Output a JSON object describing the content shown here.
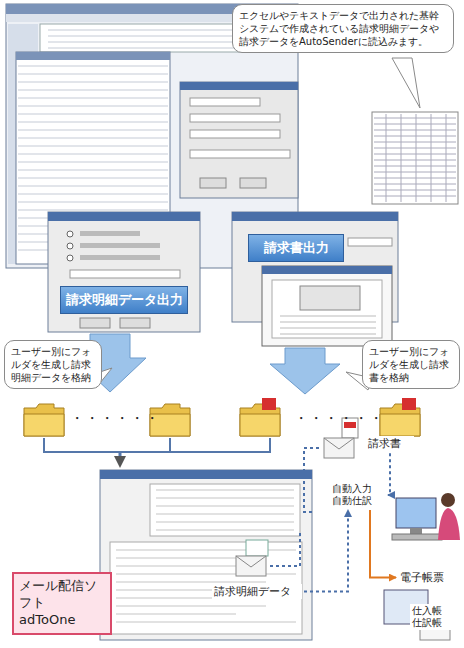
{
  "diagram": {
    "nodes": [
      {
        "text": [
          "エクセルやテキストデータで出力された基幹システムで作成されている請求明細データや請求データをAutoSenderに読込みます。"
        ]
      },
      {
        "text": [
          "請求明細データ出力"
        ]
      },
      {
        "text": [
          "請求書出力"
        ]
      },
      {
        "text": [
          "ユーザー別にフォルダを生成し請求明細データを格納"
        ]
      },
      {
        "text": [
          "ユーザー別にフォルダを生成し請求書を格納"
        ]
      },
      {
        "text": [
          "メール配信ソフト adToOne"
        ]
      },
      {
        "text": [
          "請求書"
        ]
      },
      {
        "text": [
          "請求明細データ"
        ]
      },
      {
        "text": [
          "自動入力 自動仕訳"
        ]
      },
      {
        "text": [
          "電子帳票"
        ]
      },
      {
        "text": [
          "仕入帳 仕訳帳"
        ]
      }
    ],
    "edges": [
      {
        "from": 6,
        "to": 8,
        "arrow": "to"
      },
      {
        "from": 7,
        "to": 8,
        "arrow": "to"
      },
      {
        "from": 8,
        "to": 9,
        "arrow": "to"
      }
    ],
    "labels": [
      "・・・・・・",
      "・・・・・・"
    ]
  }
}
